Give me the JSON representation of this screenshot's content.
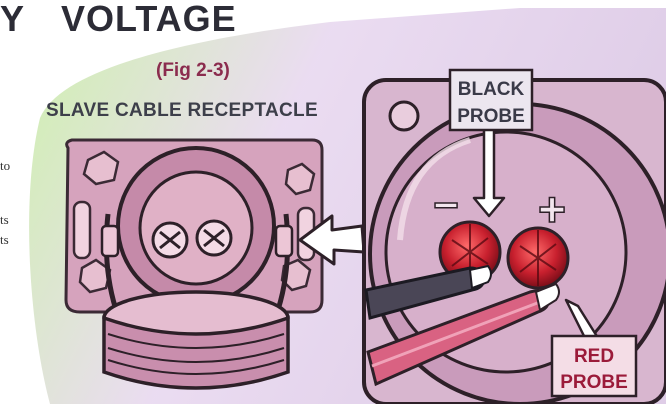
{
  "heading": {
    "letter": "Y",
    "word": "VOLTAGE"
  },
  "figure_ref": "(Fig 2-3)",
  "subtitle": "SLAVE CABLE RECEPTACLE",
  "left_fragments": [
    "to",
    "ts",
    "ts"
  ],
  "callouts": {
    "black_probe": [
      "BLACK",
      "PROBE"
    ],
    "red_probe": [
      "RED",
      "PROBE"
    ]
  },
  "polarity_marks": {
    "negative": "−",
    "positive": "+"
  },
  "colors": {
    "receptacle_pink": "#d49db8",
    "panel_lavender": "#cbb4d4",
    "background_green": "#c6eea0",
    "contact_red": "#c8202e",
    "red_probe": "#d96282",
    "black_probe": "#4a4656",
    "callout_text": "#3a3a48",
    "red_callout_text": "#9b1b3a",
    "arrow_fill": "#ffffff"
  }
}
